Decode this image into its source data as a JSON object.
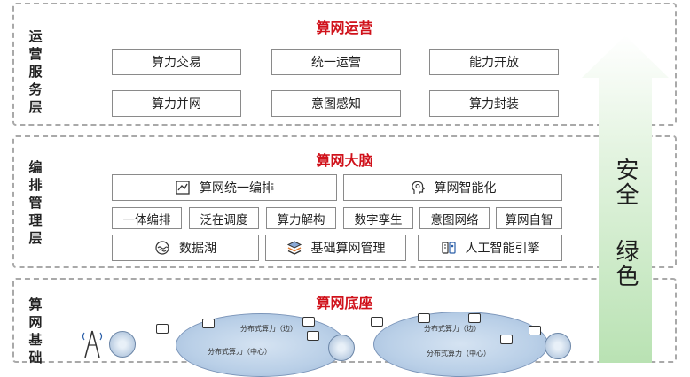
{
  "ops_layer": {
    "label": "运营服务层",
    "title": "算网运营",
    "items": [
      "算力交易",
      "统一运营",
      "能力开放",
      "算力并网",
      "意图感知",
      "算力封装"
    ]
  },
  "brain_layer": {
    "label": "编排管理层",
    "title": "算网大脑",
    "row1": [
      "算网统一编排",
      "算网智能化"
    ],
    "row2": [
      "一体编排",
      "泛在调度",
      "算力解构",
      "数字孪生",
      "意图网络",
      "算网自智"
    ],
    "row3": [
      "数据湖",
      "基础算网管理",
      "人工智能引擎"
    ]
  },
  "base_layer": {
    "label": "算网基础",
    "title": "算网底座",
    "cloud_labels": [
      "分布式算力（边）",
      "分布式算力（中心）",
      "分布式算力（边）",
      "分布式算力（中心）"
    ]
  },
  "security": {
    "line1": "安全",
    "line2": "绿色"
  },
  "colors": {
    "title_red": "#d0121b",
    "arrow_green": "#c5e8c0"
  }
}
